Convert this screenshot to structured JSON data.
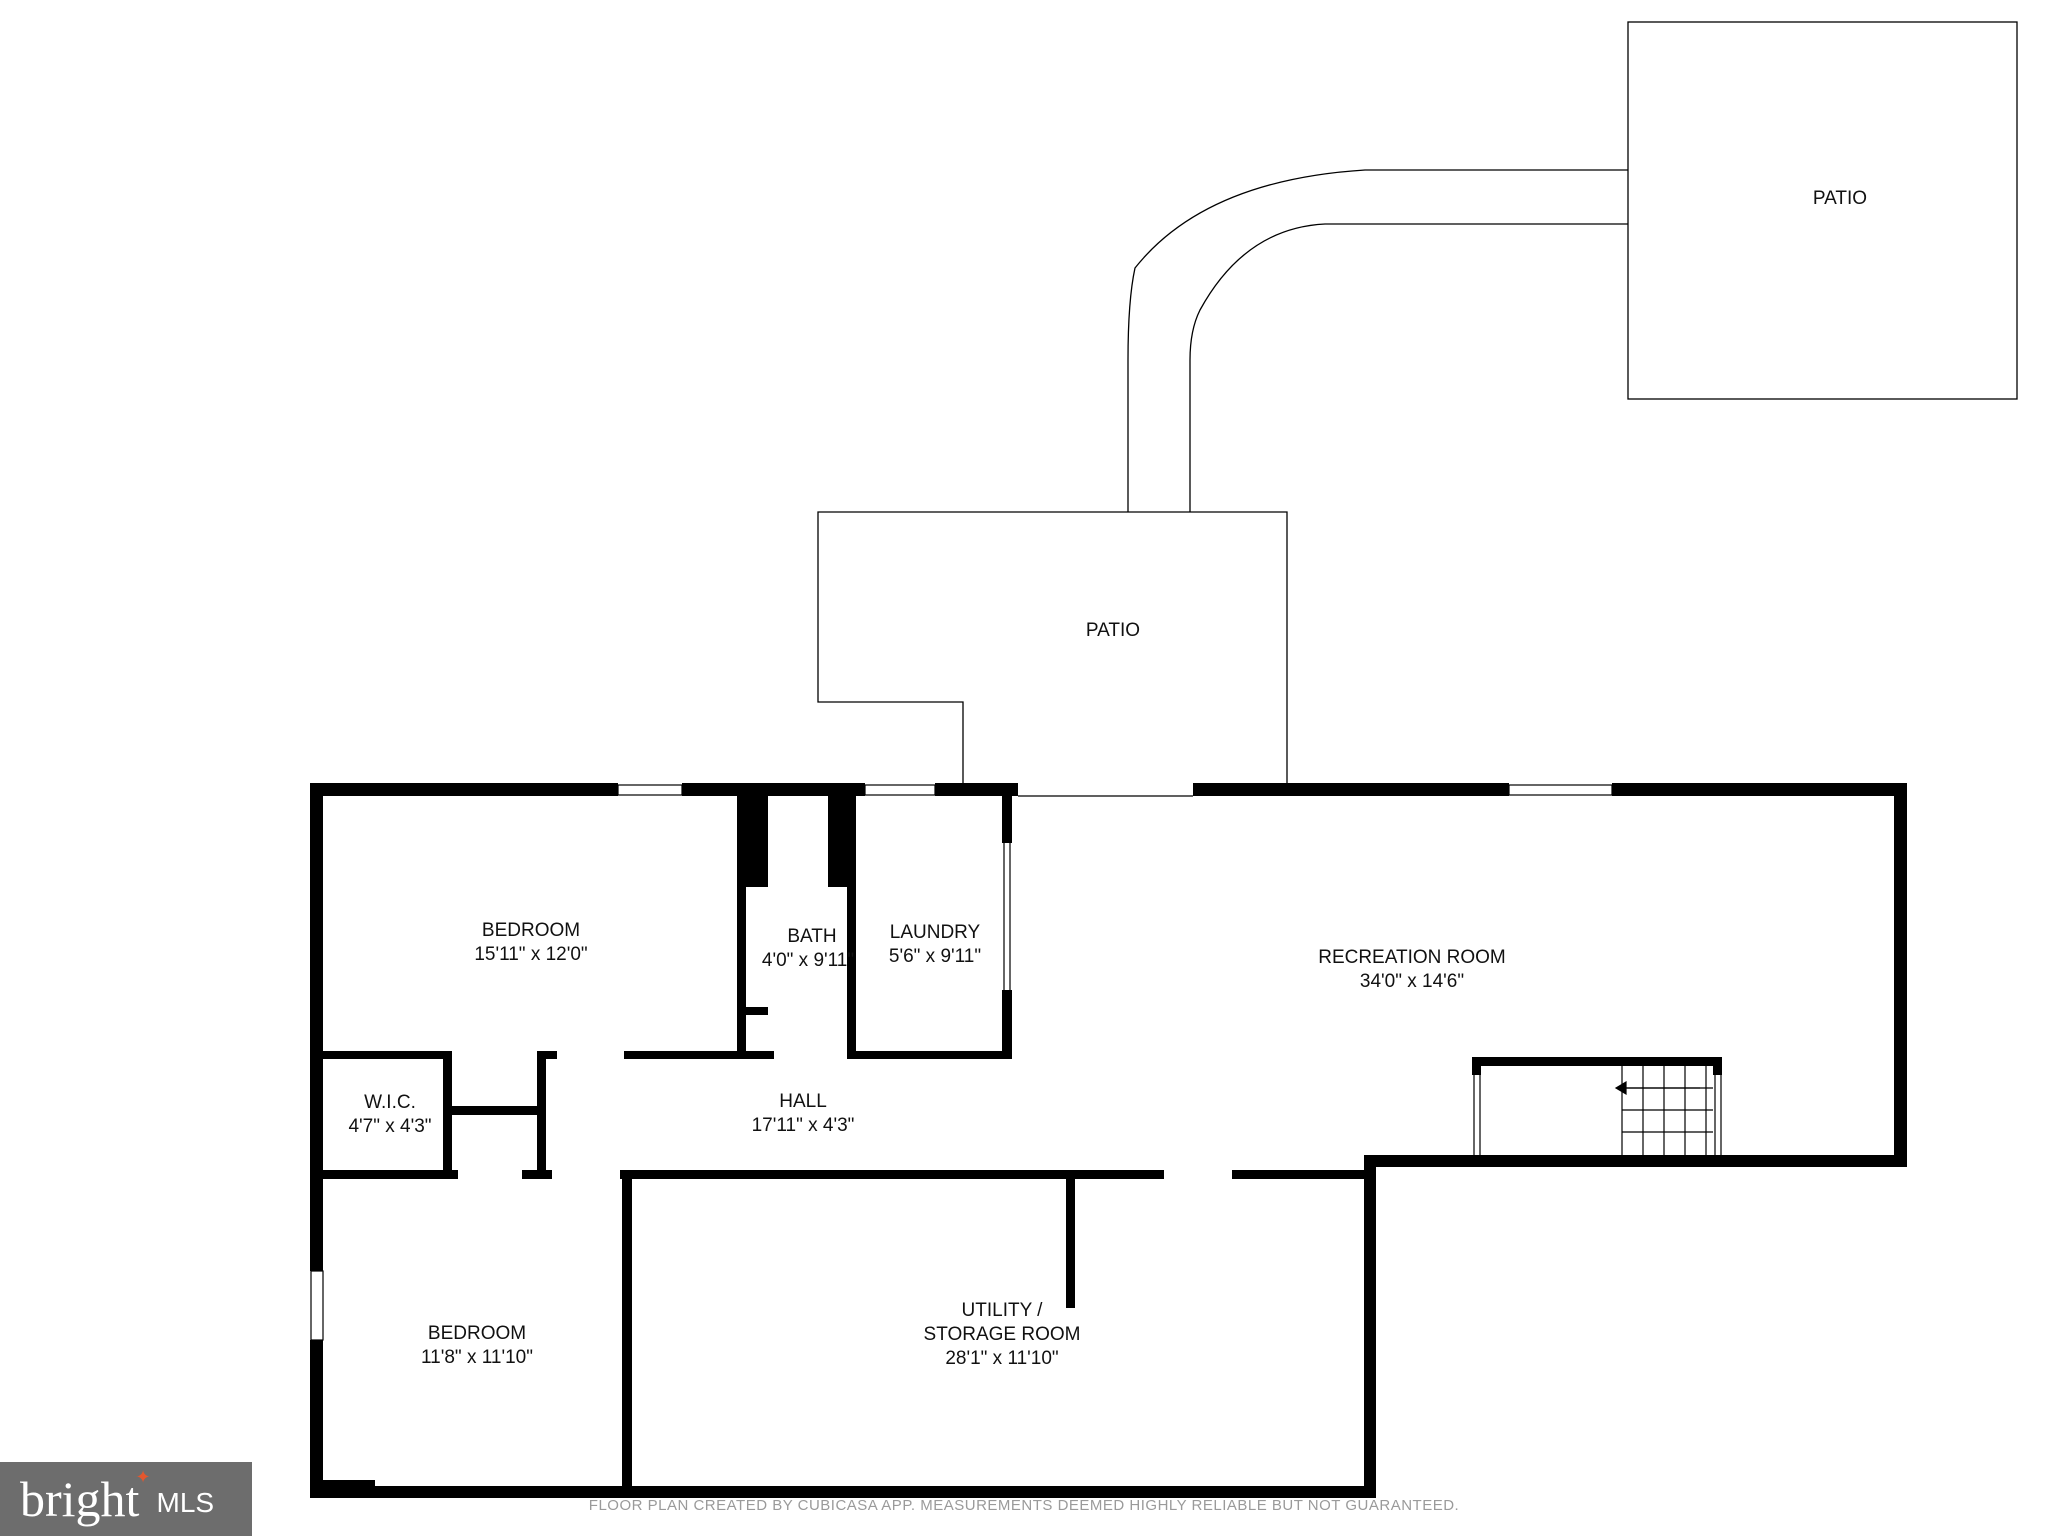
{
  "rooms": {
    "patio_top": {
      "name": "PATIO"
    },
    "patio_mid": {
      "name": "PATIO"
    },
    "bedroom_1": {
      "name": "BEDROOM",
      "dims": "15'11\" x 12'0\""
    },
    "bath": {
      "name": "BATH",
      "dims": "4'0\" x 9'11\""
    },
    "laundry": {
      "name": "LAUNDRY",
      "dims": "5'6\" x 9'11\""
    },
    "recreation": {
      "name": "RECREATION ROOM",
      "dims": "34'0\" x 14'6\""
    },
    "wic": {
      "name": "W.I.C.",
      "dims": "4'7\" x 4'3\""
    },
    "hall": {
      "name": "HALL",
      "dims": "17'11\" x 4'3\""
    },
    "bedroom_2": {
      "name": "BEDROOM",
      "dims": "11'8\" x 11'10\""
    },
    "utility": {
      "name_line1": "UTILITY /",
      "name_line2": "STORAGE ROOM",
      "dims": "28'1\" x 11'10\""
    }
  },
  "footer": {
    "text": "FLOOR PLAN CREATED BY CUBICASA APP. MEASUREMENTS DEEMED HIGHLY RELIABLE BUT NOT GUARANTEED."
  },
  "badge": {
    "brand": "bright",
    "mls": "MLS"
  },
  "colors": {
    "wall": "#000000",
    "badge_bg": "#6d6d6d",
    "badge_accent": "#e4572e",
    "footer_text": "#9a9a9a"
  }
}
